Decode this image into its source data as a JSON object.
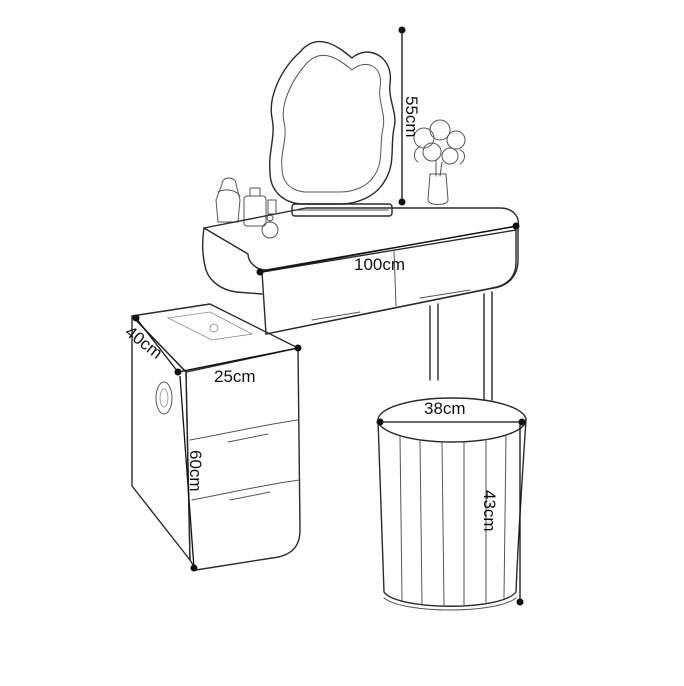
{
  "dimensions": {
    "mirror_height": "55cm",
    "table_width": "100cm",
    "cabinet_depth": "40cm",
    "cabinet_width": "25cm",
    "cabinet_height": "60cm",
    "stool_diameter": "38cm",
    "stool_height": "43cm"
  },
  "colors": {
    "line": "#2a2a2a",
    "background": "#ffffff"
  }
}
